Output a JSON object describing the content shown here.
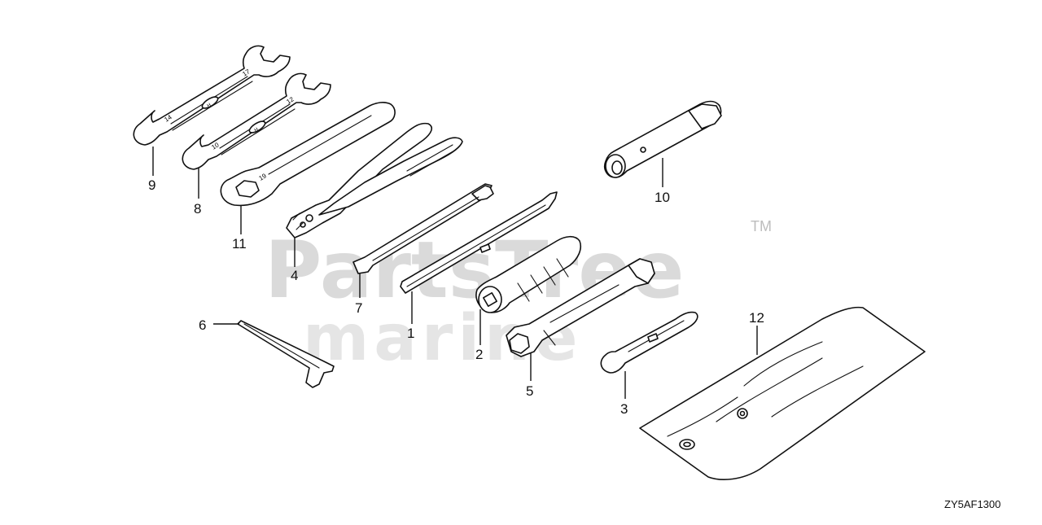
{
  "diagram": {
    "code": "ZY5AF1300",
    "watermark": {
      "brand": "PartsTree",
      "trademark": "TM",
      "sub": "marine"
    },
    "callouts": {
      "c1": "1",
      "c2": "2",
      "c3": "3",
      "c4": "4",
      "c5": "5",
      "c6": "6",
      "c7": "7",
      "c8": "8",
      "c9": "9",
      "c10": "10",
      "c11": "11",
      "c12": "12"
    },
    "stamps": {
      "wrench9_size_a": "17",
      "wrench9_size_b": "14",
      "wrench8_size_a": "12",
      "wrench8_size_b": "10",
      "wrench11_size": "19",
      "wrench9_logo": "H",
      "wrench8_logo": "H"
    }
  }
}
